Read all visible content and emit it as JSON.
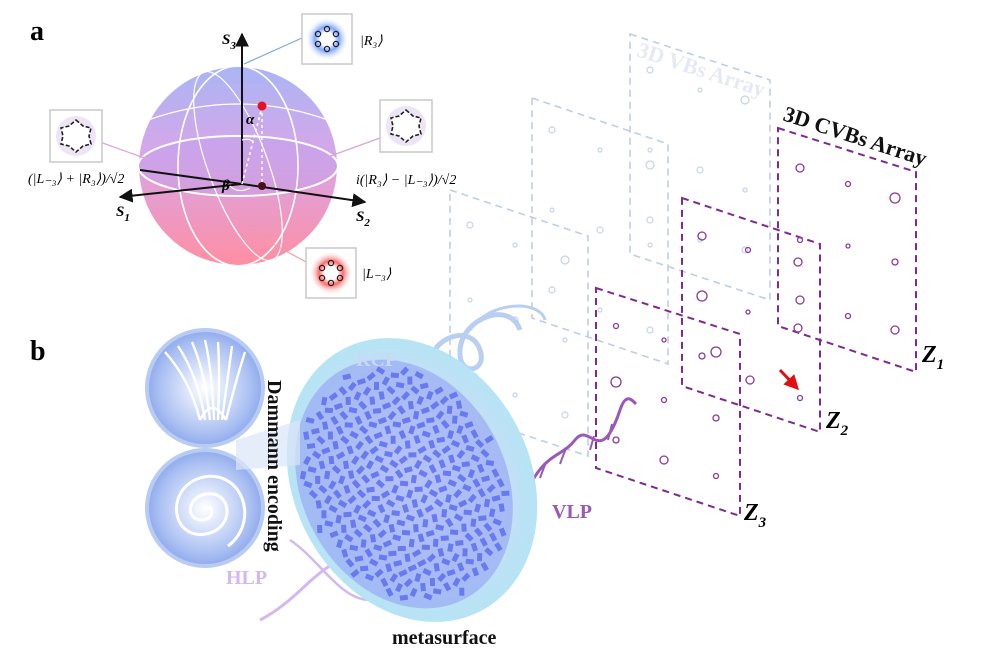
{
  "panel_a": {
    "label": "a",
    "axes": {
      "s1": "S",
      "s1_sub": "1",
      "s2": "S",
      "s2_sub": "2",
      "s3": "S",
      "s3_sub": "3",
      "alpha": "α",
      "beta": "β"
    },
    "states": {
      "r3": "|R₃⟩",
      "l3": "|L₋₃⟩",
      "superpos_plus": "(|L₋₃⟩ + |R₃⟩)/√2",
      "superpos_minus": "i(|R₃⟩ − |L₋₃⟩)/√2"
    }
  },
  "panel_b": {
    "label": "b",
    "encoding": "Dammann encoding",
    "metasurface": "metasurface",
    "rcp": "RCP",
    "hlp": "HLP",
    "vlp": "VLP"
  },
  "arrays": {
    "vbs_title": "3D VBs Array",
    "cvbs_title": "3D CVBs Array",
    "planes": [
      {
        "main": "Z",
        "sub": "1"
      },
      {
        "main": "Z",
        "sub": "2"
      },
      {
        "main": "Z",
        "sub": "3"
      }
    ]
  },
  "colors": {
    "sphere_top": "#a8b4f4",
    "sphere_bottom": "#ff8aa0",
    "vbs_dash": "#b8c8ec",
    "cvbs_dash": "#7e2a8e",
    "rcp": "#b6cdf2",
    "hlp": "#cdb2ee",
    "vlp": "#9a5ab8",
    "arrow_red": "#e01010",
    "metasurface_rim": "#cfe9f6",
    "pillars": "#6a78f0"
  }
}
